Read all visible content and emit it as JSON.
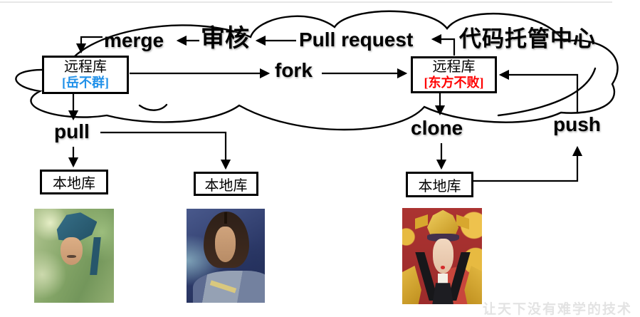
{
  "diagram": {
    "top_flow": {
      "merge_label": "merge",
      "review_label": "审核",
      "pull_request_label": "Pull request",
      "host_center_label": "代码托管中心"
    },
    "fork_label": "fork",
    "pull_label": "pull",
    "clone_label": "clone",
    "push_label": "push",
    "remote_repos": [
      {
        "title": "远程库",
        "owner": "[岳不群]",
        "owner_color": "#2191E9"
      },
      {
        "title": "远程库",
        "owner": "[东方不败]",
        "owner_color": "#FF0000"
      }
    ],
    "local_repos": [
      {
        "label": "本地库"
      },
      {
        "label": "本地库"
      },
      {
        "label": "本地库"
      }
    ],
    "photos": [
      {
        "id": "yue-buqun-portrait"
      },
      {
        "id": "linghu-chong-portrait"
      },
      {
        "id": "dongfang-bubai-portrait"
      }
    ],
    "watermark": "让天下没有难学的技术",
    "line_color": "#000000"
  }
}
